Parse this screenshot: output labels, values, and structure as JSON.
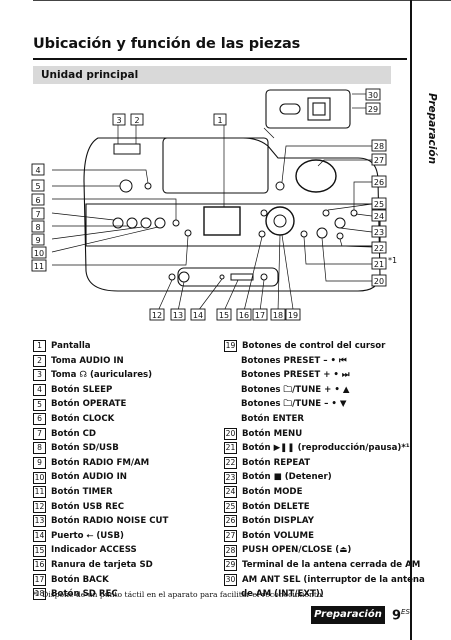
{
  "page": {
    "title": "Ubicación y función de las piezas",
    "section": "Unidad principal",
    "side_tab": "Preparación",
    "footnote": "*¹  Dispone de un punto táctil en el aparato para facilitar el reconocimiento.",
    "footer_label": "Preparación",
    "page_number": "9",
    "page_suffix": "ES"
  },
  "callouts": {
    "c1": "1",
    "c2": "2",
    "c3": "3",
    "c4": "4",
    "c5": "5",
    "c6": "6",
    "c7": "7",
    "c8": "8",
    "c9": "9",
    "c10": "10",
    "c11": "11",
    "c12": "12",
    "c13": "13",
    "c14": "14",
    "c15": "15",
    "c16": "16",
    "c17": "17",
    "c18": "18",
    "c19": "19",
    "c20": "20",
    "c21": "21",
    "c21_note": "*1",
    "c22": "22",
    "c23": "23",
    "c24": "24",
    "c25": "25",
    "c26": "26",
    "c27": "27",
    "c28": "28",
    "c29": "29",
    "c30": "30"
  },
  "list_left": [
    {
      "n": "1",
      "label": "Pantalla"
    },
    {
      "n": "2",
      "label": "Toma AUDIO IN"
    },
    {
      "n": "3",
      "label": "Toma ☊ (auriculares)"
    },
    {
      "n": "4",
      "label": "Botón SLEEP"
    },
    {
      "n": "5",
      "label": "Botón OPERATE"
    },
    {
      "n": "6",
      "label": "Botón CLOCK"
    },
    {
      "n": "7",
      "label": "Botón CD"
    },
    {
      "n": "8",
      "label": "Botón SD/USB"
    },
    {
      "n": "9",
      "label": "Botón RADIO FM/AM"
    },
    {
      "n": "10",
      "label": "Botón AUDIO IN"
    },
    {
      "n": "11",
      "label": "Botón TIMER"
    },
    {
      "n": "12",
      "label": "Botón USB REC"
    },
    {
      "n": "13",
      "label": "Botón RADIO NOISE CUT"
    },
    {
      "n": "14",
      "label": "Puerto ⭠ (USB)"
    },
    {
      "n": "15",
      "label": "Indicador ACCESS"
    },
    {
      "n": "16",
      "label": "Ranura de tarjeta SD"
    },
    {
      "n": "17",
      "label": "Botón BACK"
    },
    {
      "n": "18",
      "label": "Botón SD REC"
    }
  ],
  "list_right": [
    {
      "n": "19",
      "label": "Botones de control del cursor"
    },
    {
      "n": "",
      "label": "Botones PRESET – • ⏮"
    },
    {
      "n": "",
      "label": "Botones PRESET + • ⏭"
    },
    {
      "n": "",
      "label": "Botones 🗀/TUNE + • ▲"
    },
    {
      "n": "",
      "label": "Botones 🗀/TUNE – • ▼"
    },
    {
      "n": "",
      "label": "Botón ENTER"
    },
    {
      "n": "20",
      "label": "Botón MENU"
    },
    {
      "n": "21",
      "label": "Botón ▶❚❚ (reproducción/pausa)*¹"
    },
    {
      "n": "22",
      "label": "Botón REPEAT"
    },
    {
      "n": "23",
      "label": "Botón ■ (Detener)"
    },
    {
      "n": "24",
      "label": "Botón MODE"
    },
    {
      "n": "25",
      "label": "Botón DELETE"
    },
    {
      "n": "26",
      "label": "Botón DISPLAY"
    },
    {
      "n": "27",
      "label": "Botón VOLUME"
    },
    {
      "n": "28",
      "label": "PUSH OPEN/CLOSE (⏏)"
    },
    {
      "n": "29",
      "label": "Terminal de la antena cerrada de AM"
    },
    {
      "n": "30",
      "label": "AM ANT SEL (interruptor de la antena"
    },
    {
      "n": "",
      "label": "de AM (INT/EXT))"
    }
  ]
}
